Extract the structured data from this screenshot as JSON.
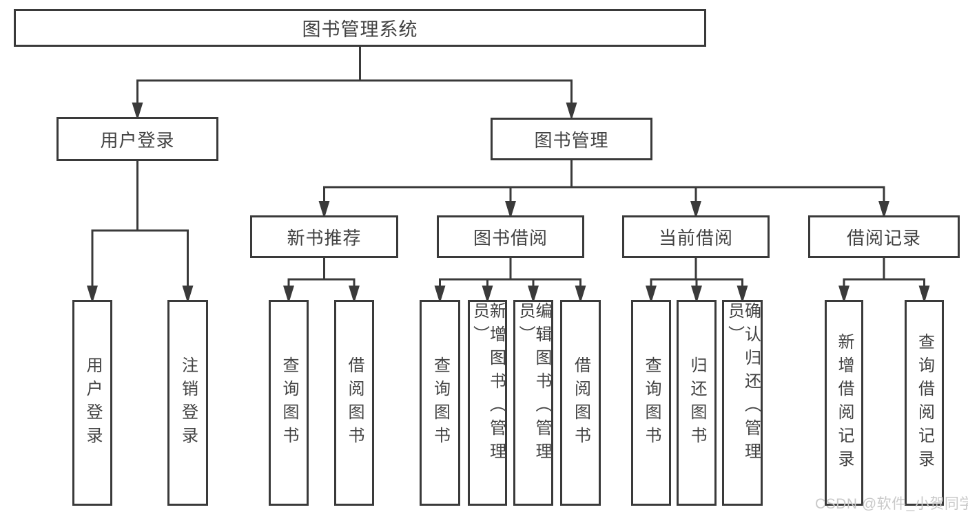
{
  "diagram_title": "图书管理系统",
  "watermark": {
    "text": "CSDN @软件_小贺同学"
  },
  "colors": {
    "background": "#ffffff",
    "line": "#3a3a3a",
    "box_border": "#3a3a3a",
    "box_fill": "#ffffff",
    "text": "#424242",
    "watermark": "#c9c9c9"
  },
  "nodes": [
    {
      "id": "root",
      "label": "图书管理系统",
      "level": 1,
      "parent": null
    },
    {
      "id": "user-login",
      "label": "用户登录",
      "level": 2,
      "parent": "root"
    },
    {
      "id": "book-management",
      "label": "图书管理",
      "level": 2,
      "parent": "root"
    },
    {
      "id": "new-book",
      "label": "新书推荐",
      "level": 3,
      "parent": "book-management"
    },
    {
      "id": "book-borrow",
      "label": "图书借阅",
      "level": 3,
      "parent": "book-management"
    },
    {
      "id": "current-borrow",
      "label": "当前借阅",
      "level": 3,
      "parent": "book-management"
    },
    {
      "id": "borrow-records",
      "label": "借阅记录",
      "level": 3,
      "parent": "book-management"
    },
    {
      "id": "login",
      "label": "用户登录",
      "level": 4,
      "parent": "user-login",
      "orientation": "vertical"
    },
    {
      "id": "logout",
      "label": "注销登录",
      "level": 4,
      "parent": "user-login",
      "orientation": "vertical"
    },
    {
      "id": "nb-query",
      "label": "查询图书",
      "level": 4,
      "parent": "new-book",
      "orientation": "vertical"
    },
    {
      "id": "nb-borrow",
      "label": "借阅图书",
      "level": 4,
      "parent": "new-book",
      "orientation": "vertical"
    },
    {
      "id": "bb-query",
      "label": "查询图书",
      "level": 4,
      "parent": "book-borrow",
      "orientation": "vertical"
    },
    {
      "id": "bb-add",
      "label": "新增图书（管理员）",
      "level": 4,
      "parent": "book-borrow",
      "orientation": "vertical"
    },
    {
      "id": "bb-edit",
      "label": "编辑图书（管理员）",
      "level": 4,
      "parent": "book-borrow",
      "orientation": "vertical"
    },
    {
      "id": "bb-borrow",
      "label": "借阅图书",
      "level": 4,
      "parent": "book-borrow",
      "orientation": "vertical"
    },
    {
      "id": "cb-query",
      "label": "查询图书",
      "level": 4,
      "parent": "current-borrow",
      "orientation": "vertical"
    },
    {
      "id": "cb-return",
      "label": "归还图书",
      "level": 4,
      "parent": "current-borrow",
      "orientation": "vertical"
    },
    {
      "id": "cb-confirm",
      "label": "确认归还（管理员）",
      "level": 4,
      "parent": "current-borrow",
      "orientation": "vertical"
    },
    {
      "id": "br-add",
      "label": "新增借阅记录",
      "level": 4,
      "parent": "borrow-records",
      "orientation": "vertical"
    },
    {
      "id": "br-query",
      "label": "查询借阅记录",
      "level": 4,
      "parent": "borrow-records",
      "orientation": "vertical"
    }
  ]
}
